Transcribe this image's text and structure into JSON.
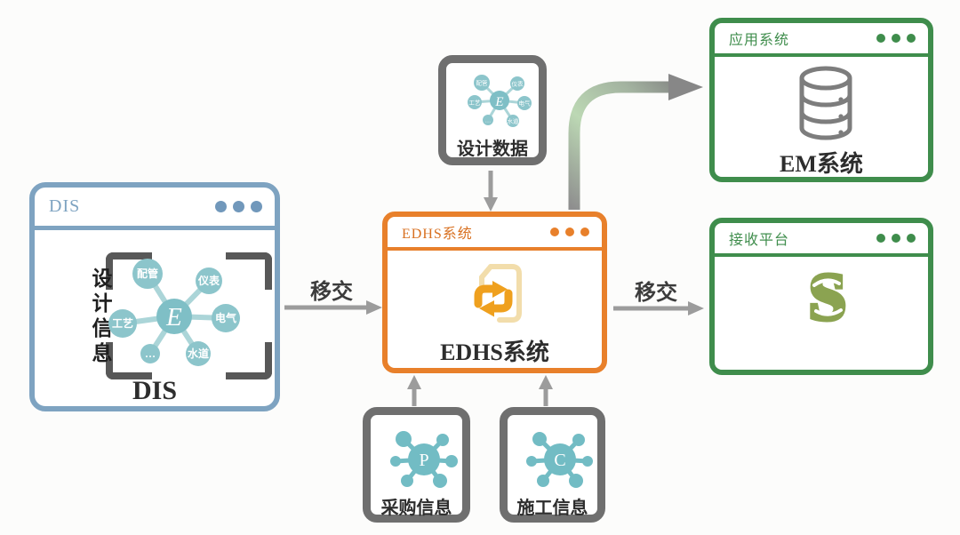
{
  "colors": {
    "blue_window": "#7ea3c1",
    "orange_window": "#e8802b",
    "green_window": "#3f8d4c",
    "gray_box": "#6f6f6f",
    "teal_node": "#87c4ca",
    "arrow_gray": "#9c9c9c",
    "curved_arrow_green": "#bcd8b4",
    "olive_logo": "#8ba351",
    "doc_icon_tan": "#f2ddab",
    "doc_icon_orange": "#efa01e",
    "database_icon_gray": "#7d7d7d",
    "text_ink": "#2d2d2d"
  },
  "disciplines": [
    "配管",
    "仪表",
    "电气",
    "水道",
    "…",
    "工艺"
  ],
  "dis_window": {
    "title": "DIS",
    "side_label": "设计信息",
    "hub_center": "E",
    "bottom_label": "DIS"
  },
  "design_data_box": {
    "label": "设计数据",
    "hub_center": "E"
  },
  "edhs_window": {
    "title": "EDHS系统",
    "bottom_label": "EDHS系统"
  },
  "app_window": {
    "title": "应用系统",
    "bottom_label": "EM系统"
  },
  "receive_window": {
    "title": "接收平台",
    "logo_letter": "S"
  },
  "procurement_box": {
    "label": "采购信息",
    "hub_center": "P"
  },
  "construction_box": {
    "label": "施工信息",
    "hub_center": "C"
  },
  "labels": {
    "transfer_left": "移交",
    "transfer_right": "移交"
  }
}
